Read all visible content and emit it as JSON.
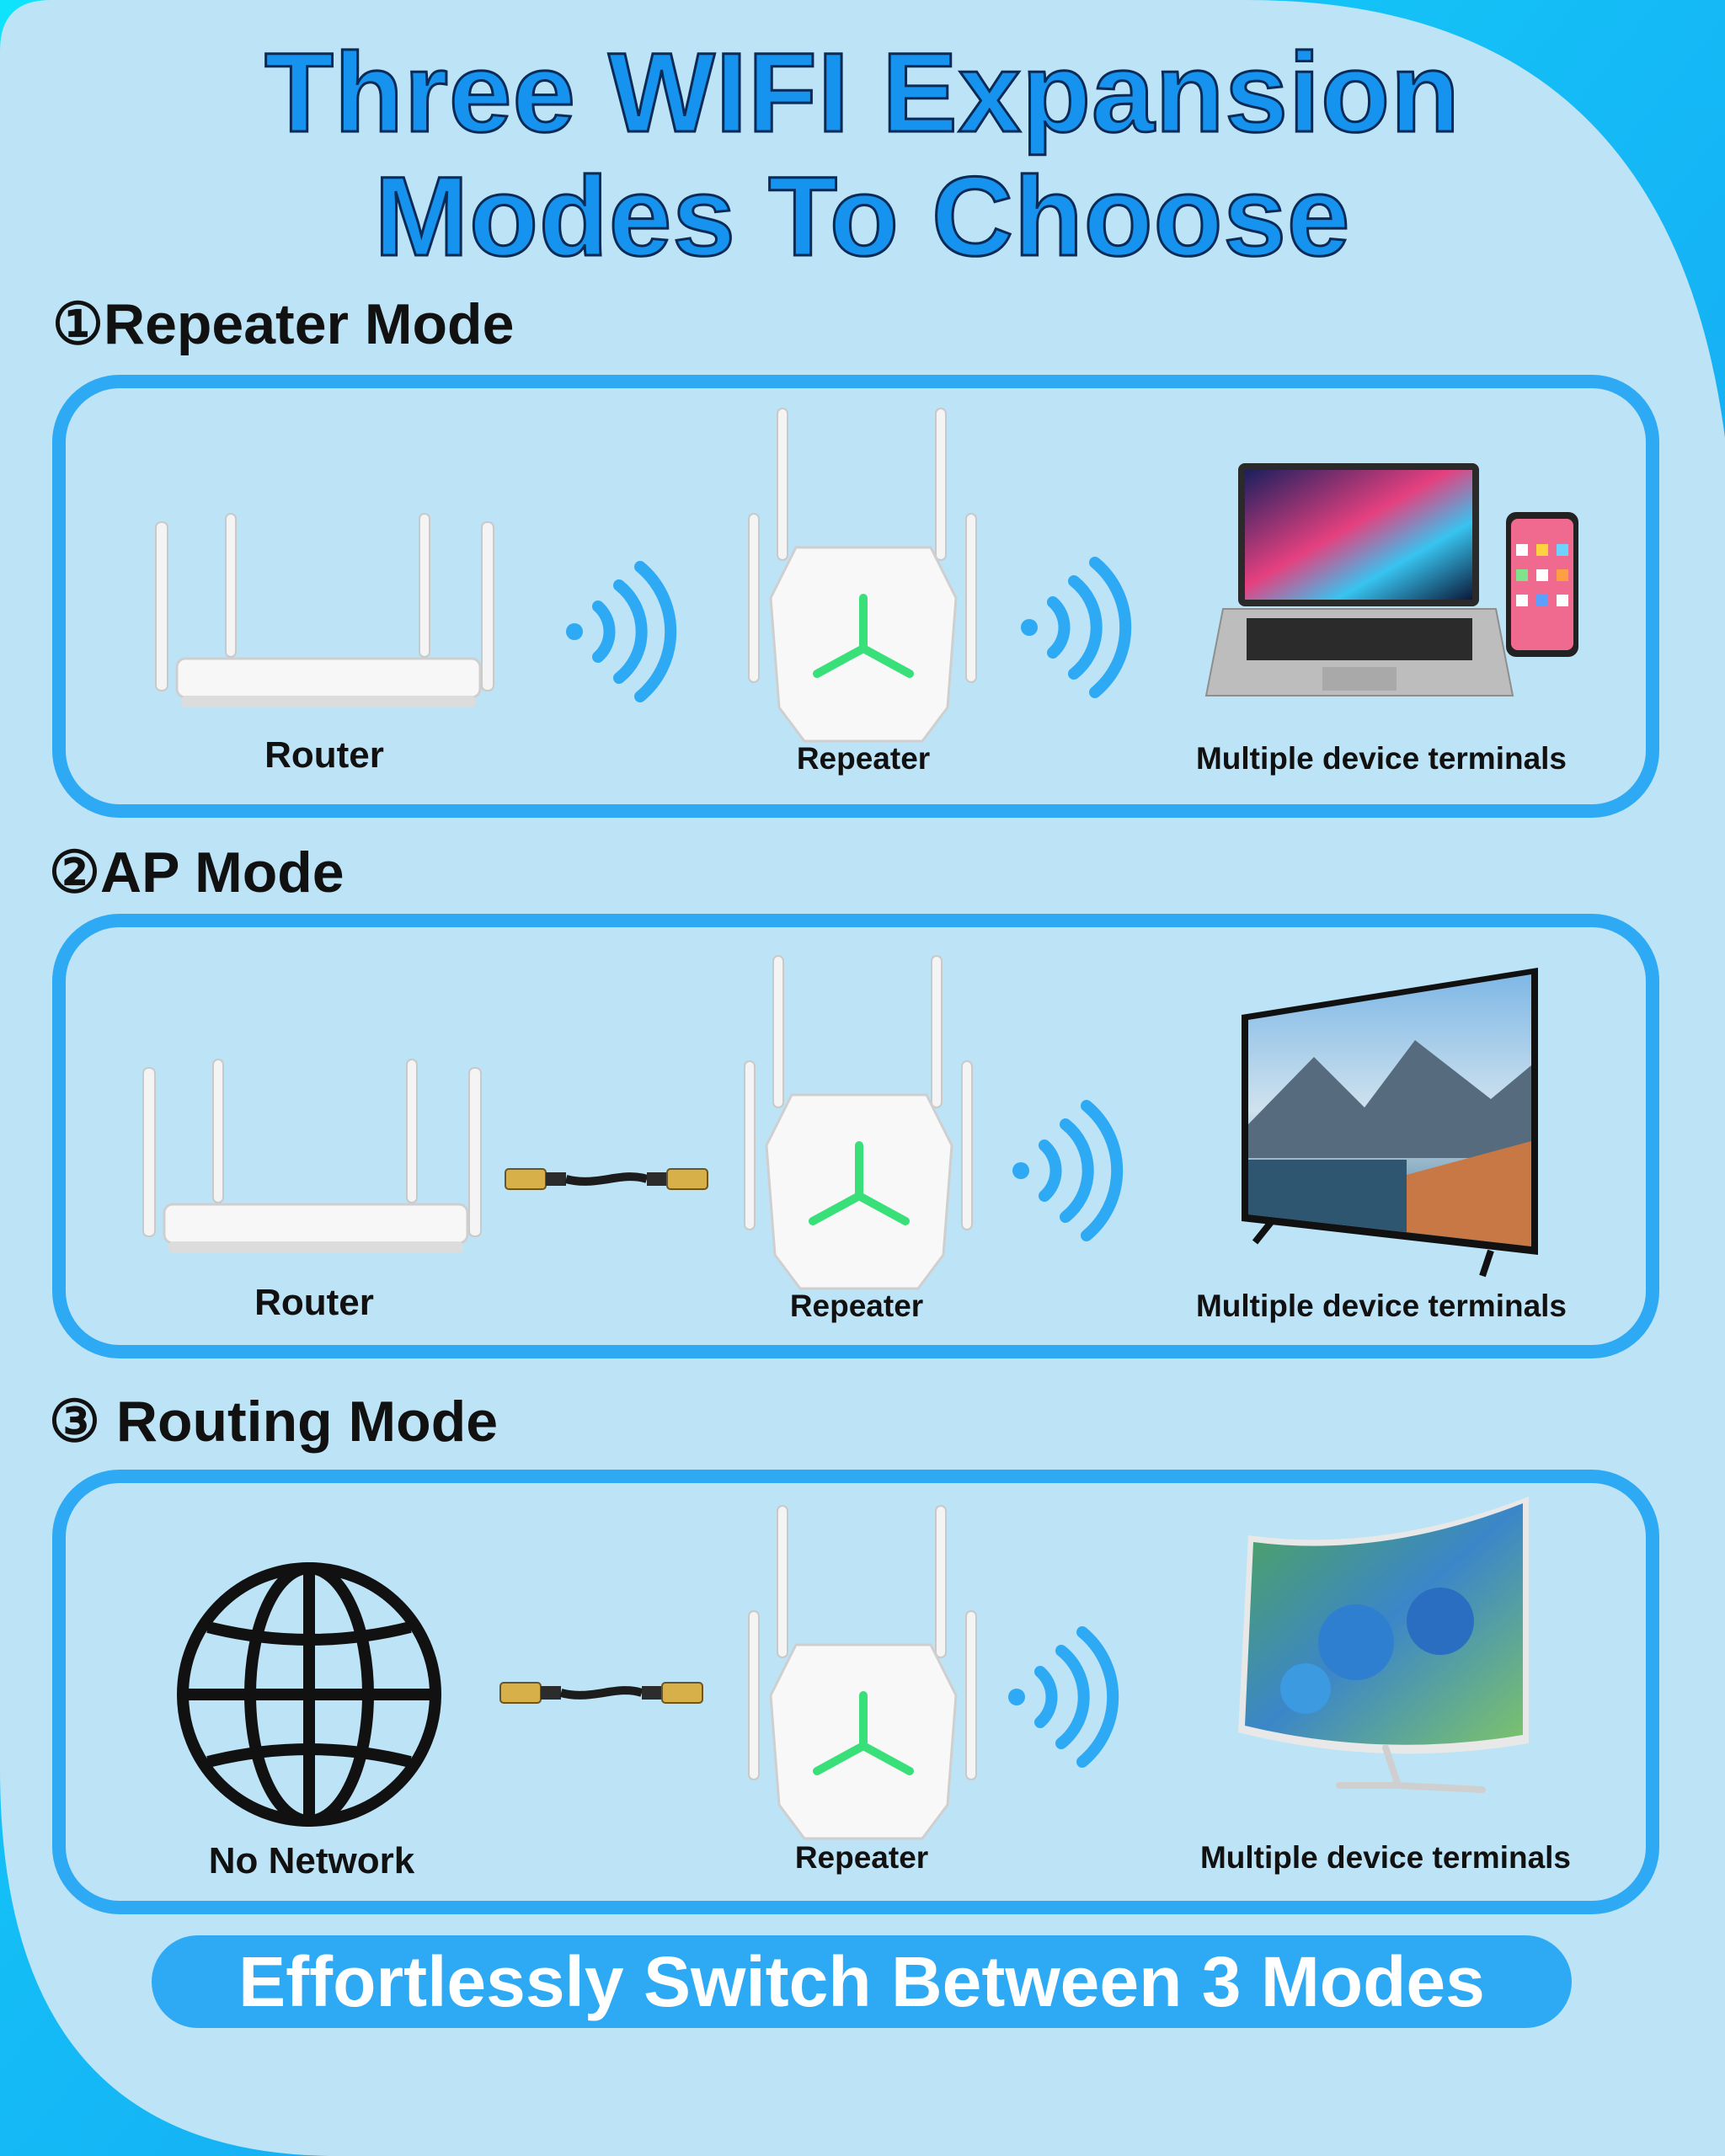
{
  "title": {
    "line1": "Three WIFI Expansion",
    "line2": "Modes To Choose"
  },
  "sections": [
    {
      "heading": "①Repeater Mode",
      "left_label": "Router",
      "middle_label": "Repeater",
      "right_label": "Multiple device terminals"
    },
    {
      "heading": "②AP Mode",
      "left_label": "Router",
      "middle_label": "Repeater",
      "right_label": "Multiple device terminals"
    },
    {
      "heading": "③ Routing Mode",
      "left_label": "No Network",
      "middle_label": "Repeater",
      "right_label": "Multiple device terminals"
    }
  ],
  "footer": {
    "text": "Effortlessly Switch Between 3 Modes"
  },
  "icons": {
    "wifi": "wifi-signal-icon",
    "router": "router-icon",
    "repeater": "repeater-icon",
    "cable": "ethernet-cable-icon",
    "globe": "globe-icon",
    "laptop": "laptop-icon",
    "phone": "smartphone-icon",
    "tv": "tv-icon",
    "monitor": "monitor-icon"
  },
  "colors": {
    "accent": "#2eaaf5",
    "title": "#1593ee",
    "background": "#bde3f6",
    "led": "#39e07a"
  }
}
